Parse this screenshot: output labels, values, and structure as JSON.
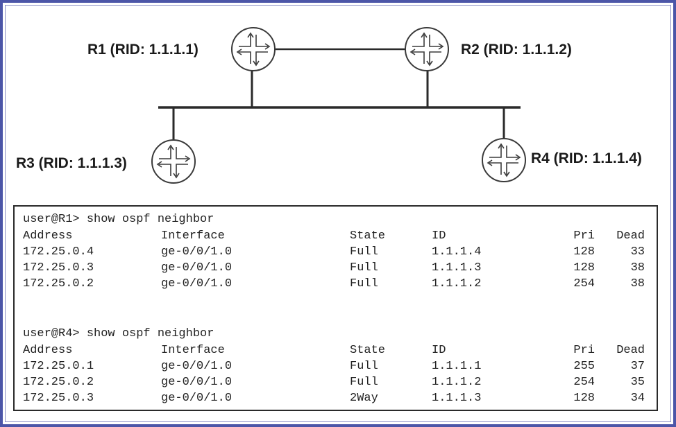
{
  "routers": [
    {
      "id": "r1",
      "label": "R1 (RID: 1.1.1.1)"
    },
    {
      "id": "r2",
      "label": "R2 (RID: 1.1.1.2)"
    },
    {
      "id": "r3",
      "label": "R3 (RID: 1.1.1.3)"
    },
    {
      "id": "r4",
      "label": "R4 (RID: 1.1.1.4)"
    }
  ],
  "terminal": {
    "blocks": [
      {
        "command": "user@R1> show ospf neighbor",
        "headers": [
          "Address",
          "Interface",
          "State",
          "ID",
          "Pri",
          "Dead"
        ],
        "rows": [
          [
            "172.25.0.4",
            "ge-0/0/1.0",
            "Full",
            "1.1.1.4",
            "128",
            "33"
          ],
          [
            "172.25.0.3",
            "ge-0/0/1.0",
            "Full",
            "1.1.1.3",
            "128",
            "38"
          ],
          [
            "172.25.0.2",
            "ge-0/0/1.0",
            "Full",
            "1.1.1.2",
            "254",
            "38"
          ]
        ]
      },
      {
        "command": "user@R4> show ospf neighbor",
        "headers": [
          "Address",
          "Interface",
          "State",
          "ID",
          "Pri",
          "Dead"
        ],
        "rows": [
          [
            "172.25.0.1",
            "ge-0/0/1.0",
            "Full",
            "1.1.1.1",
            "255",
            "37"
          ],
          [
            "172.25.0.2",
            "ge-0/0/1.0",
            "Full",
            "1.1.1.2",
            "254",
            "35"
          ],
          [
            "172.25.0.3",
            "ge-0/0/1.0",
            "2Way",
            "1.1.1.3",
            "128",
            "34"
          ]
        ]
      }
    ]
  },
  "colors": {
    "frame": "#4c56a8",
    "line": "#2a2a2a"
  },
  "icons": {
    "router": "router-icon"
  }
}
